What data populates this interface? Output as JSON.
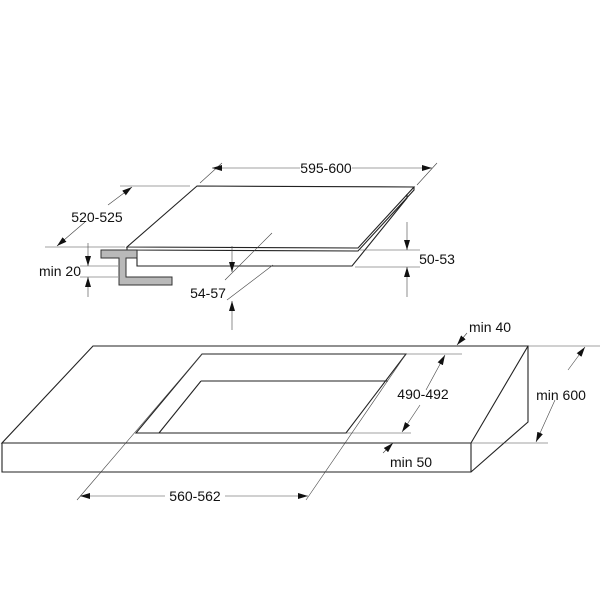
{
  "hob_dimensions": {
    "width": "595-600",
    "depth": "520-525",
    "worktop_min_thickness": "min 20",
    "clearance_height": "54-57",
    "hob_height": "50-53"
  },
  "worktop_dimensions": {
    "back_margin": "min 40",
    "cutout_depth": "490-492",
    "worktop_depth": "min 600",
    "front_margin": "min 50",
    "cutout_width": "560-562"
  },
  "colors": {
    "line": "#222222",
    "bracket": "#b9b9b9"
  }
}
